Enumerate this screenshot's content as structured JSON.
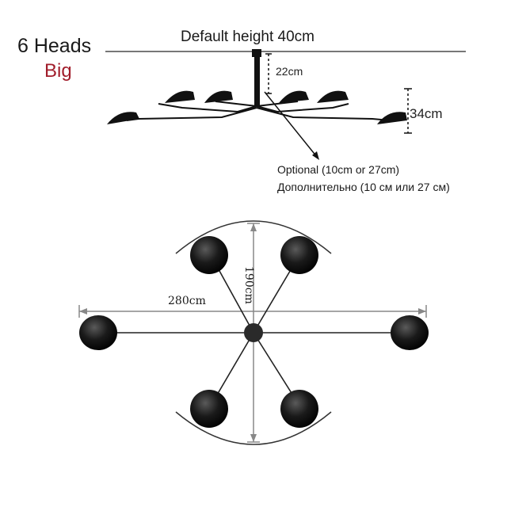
{
  "labels": {
    "heads": "6 Heads",
    "size": "Big",
    "default_height": "Default height 40cm",
    "dim_rod": "22cm",
    "dim_drop": "34cm",
    "optional_en": "Optional (10cm or 27cm)",
    "optional_ru": "Дополнительно (10 см или 27 см)",
    "width": "280cm",
    "depth": "190cm"
  },
  "colors": {
    "size_label": "#a11d2b",
    "lamp": "#111111",
    "dimension_line": "#888888"
  }
}
